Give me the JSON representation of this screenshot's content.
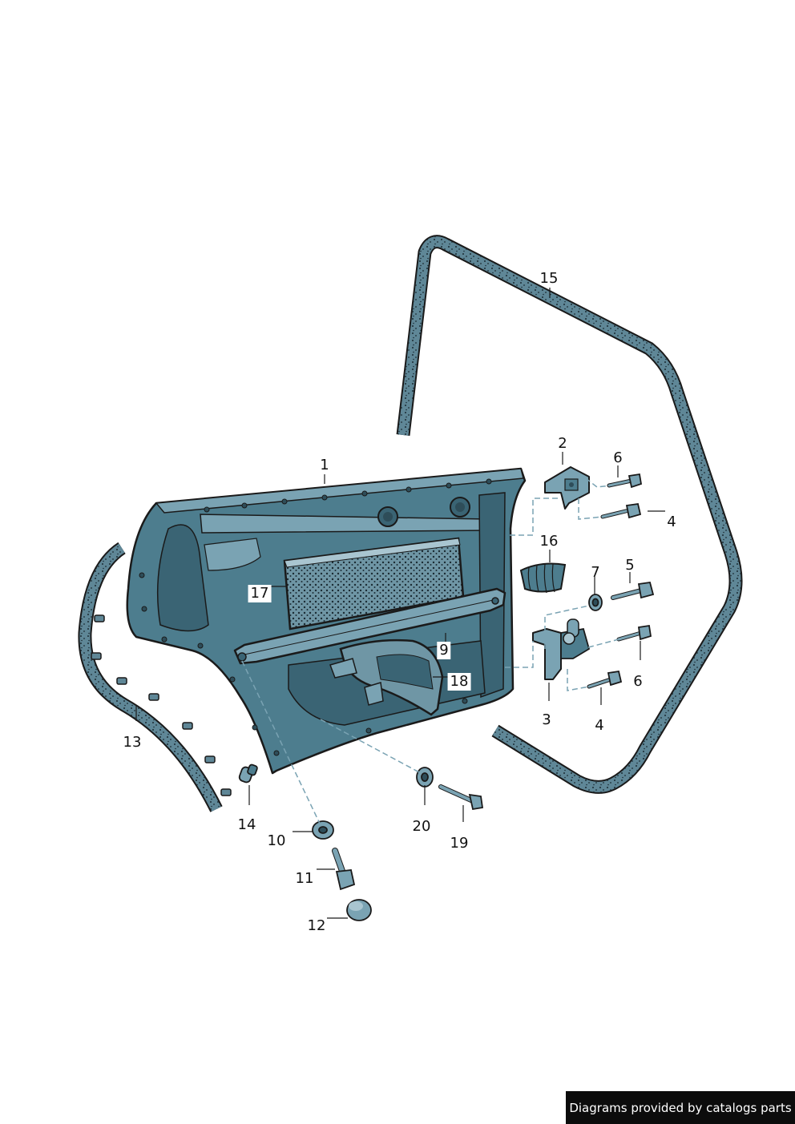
{
  "footer": {
    "text": "Diagrams provided by catalogs parts"
  },
  "callouts": {
    "c1": "1",
    "c2": "2",
    "c3": "3",
    "c4a": "4",
    "c4b": "4",
    "c5": "5",
    "c6a": "6",
    "c6b": "6",
    "c7": "7",
    "c9": "9",
    "c10": "10",
    "c11": "11",
    "c12": "12",
    "c13": "13",
    "c14": "14",
    "c15": "15",
    "c16": "16",
    "c17": "17",
    "c18": "18",
    "c19": "19",
    "c20": "20"
  },
  "colors": {
    "panel": "#4d7d8e",
    "panel_light": "#7aa3b3",
    "panel_dark": "#3a6474",
    "outline": "#1a1a1a",
    "seal": "#5f8797",
    "speckle": "#1b2b33"
  }
}
